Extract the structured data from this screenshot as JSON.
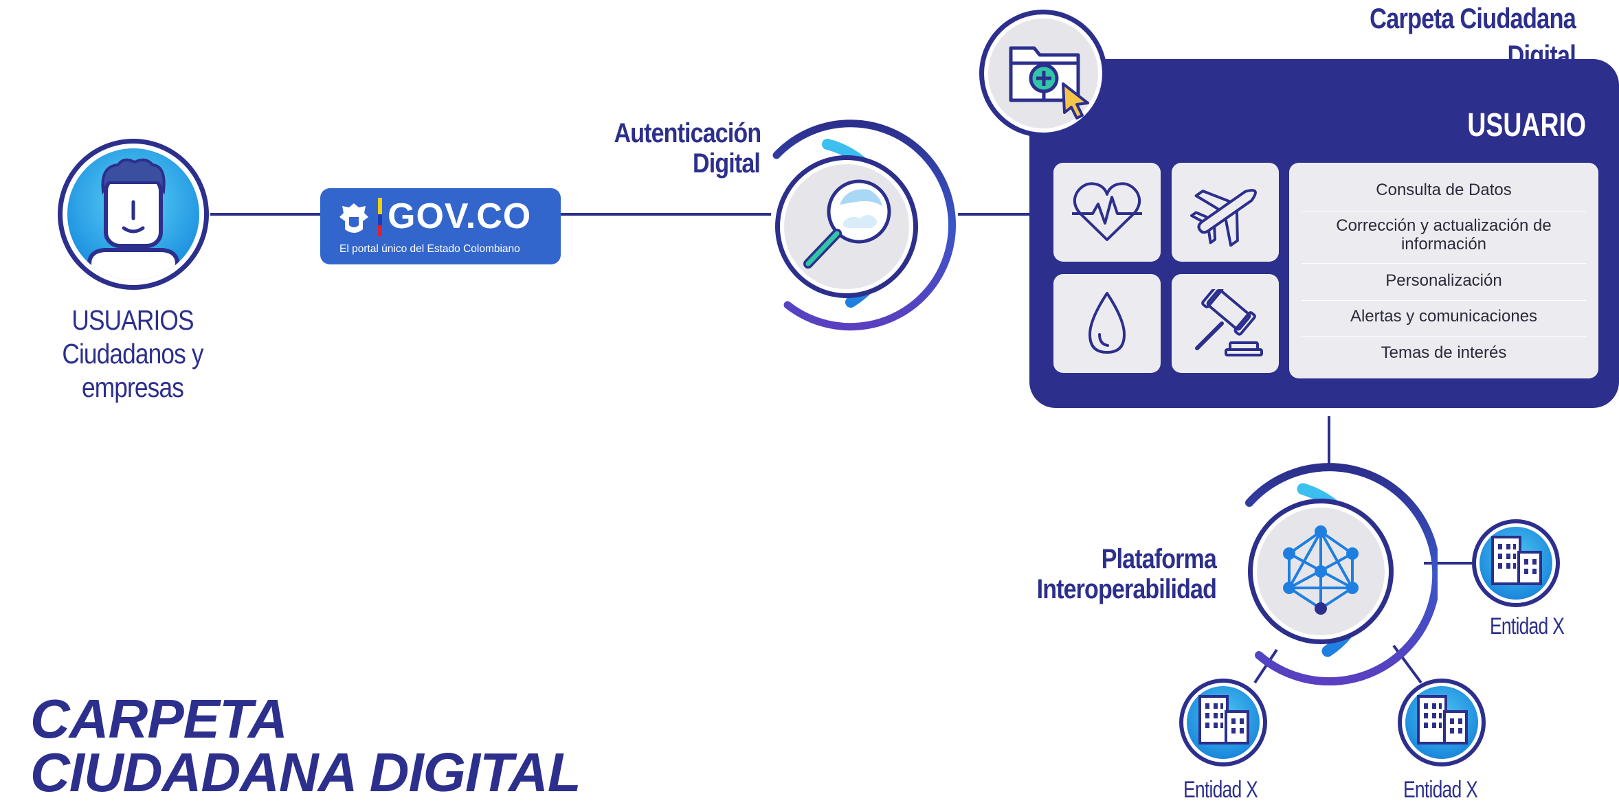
{
  "users": {
    "title": "USUARIOS",
    "subtitle": "Ciudadanos y empresas"
  },
  "gov_logo": {
    "brand": "GOV.CO",
    "tagline": "El portal único del Estado Colombiano"
  },
  "authentication": {
    "line1": "Autenticación",
    "line2": "Digital"
  },
  "folder_section": {
    "title": "Carpeta Ciudadana Digital"
  },
  "usuario_panel": {
    "heading": "USUARIO",
    "tiles": [
      "heart-pulse-icon",
      "airplane-icon",
      "water-drop-icon",
      "gavel-icon"
    ],
    "options": [
      "Consulta de Datos",
      "Corrección y actualización de información",
      "Personalización",
      "Alertas y comunicaciones",
      "Temas de interés"
    ]
  },
  "platform": {
    "line1": "Plataforma",
    "line2": "Interoperabilidad"
  },
  "entities": [
    "Entidad X",
    "Entidad X",
    "Entidad X"
  ],
  "main_title": {
    "line1": "CARPETA",
    "line2": "CIUDADANA DIGITAL"
  },
  "colors": {
    "navy": "#2c2f8c",
    "blue": "#1f8fe0",
    "cyan": "#3cc0f0",
    "gov_blue": "#3366cc",
    "tile_bg": "#ececf0"
  }
}
